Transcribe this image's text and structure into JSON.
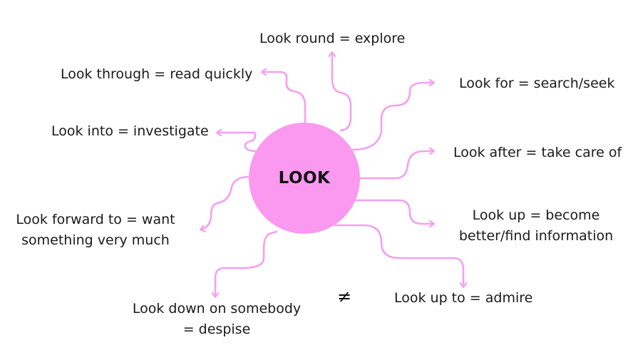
{
  "colors": {
    "accent": "#f5a0f0",
    "circle": "#fa99ef",
    "text": "#1a1a1a"
  },
  "center": {
    "label": "LOOK"
  },
  "branches": {
    "look_round": "Look round = explore",
    "look_through": "Look through = read quickly",
    "look_for": "Look for = search/seek",
    "look_into": "Look into = investigate",
    "look_after": "Look after = take care of",
    "look_forward_1": "Look forward to = want",
    "look_forward_2": "something very much",
    "look_up_1": "Look up = become",
    "look_up_2": "better/find information",
    "look_down_1": "Look down on somebody",
    "look_down_2": "= despise",
    "look_up_to": "Look up to = admire"
  },
  "not_equal_symbol": "≠"
}
